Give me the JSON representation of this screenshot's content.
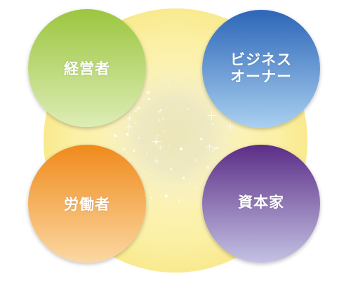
{
  "colors": {
    "background": "#ffffff",
    "outer_ring": "#fbf1a8",
    "center_glow": "#f3edc8",
    "manager_top": "#9cc63f",
    "manager_bottom": "#ddedb6",
    "business_owner_top": "#2d66b8",
    "business_owner_bottom": "#a9d0f0",
    "worker_top": "#f08a1c",
    "worker_bottom": "#fbd8a2",
    "capitalist_top": "#5b2d86",
    "capitalist_bottom": "#c4c2e4"
  },
  "quadrants": {
    "manager": {
      "label": "経営者"
    },
    "business_owner": {
      "label": "ビジネス\nオーナー"
    },
    "worker": {
      "label": "労働者"
    },
    "capitalist": {
      "label": "資本家"
    }
  }
}
